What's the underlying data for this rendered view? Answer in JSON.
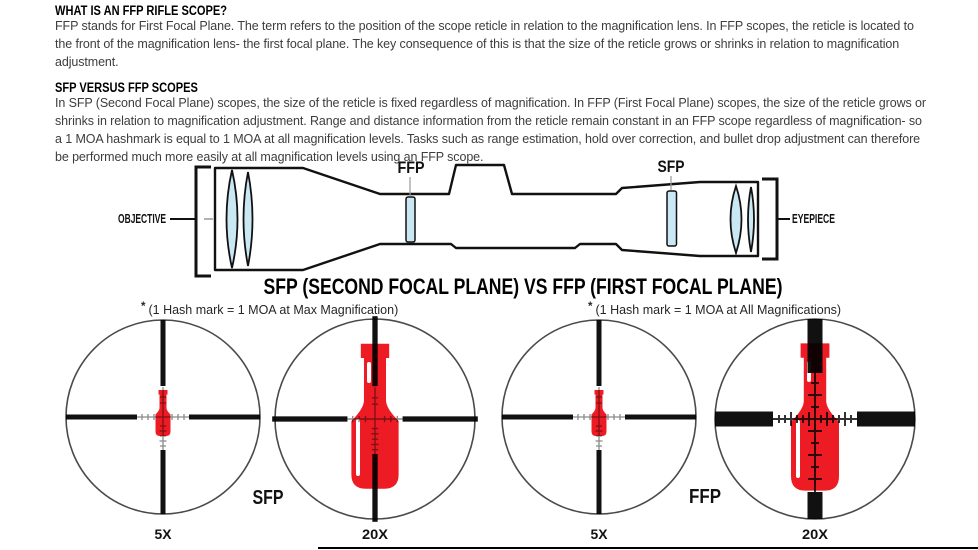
{
  "document": {
    "section1": {
      "heading": "WHAT IS AN FFP RIFLE SCOPE?",
      "body": "FFP stands for First Focal Plane.  The term refers to the position of the scope reticle in relation to the magnification lens.  In FFP scopes, the reticle is located to the front of the magnification lens- the first focal plane.  The key consequence of this is that the size of the reticle grows or shrinks in relation to magnification adjustment."
    },
    "section2": {
      "heading": "SFP VERSUS FFP SCOPES",
      "body": "In SFP (Second Focal Plane) scopes, the size of the reticle is fixed regardless of magnification.  In FFP (First Focal Plane) scopes, the size of the reticle grows or shrinks in relation to magnification adjustment.  Range and distance information from the reticle remain constant in an FFP scope regardless of magnification- so a 1 MOA hashmark is equal to 1 MOA at all magnification levels.  Tasks such as range estimation, hold over correction, and bullet drop adjustment can therefore be performed much more easily at all magnification levels using an FFP scope."
    }
  },
  "scope_diagram": {
    "objective_label": "OBJECTIVE",
    "eyepiece_label": "EYEPIECE",
    "ffp_plane_label": "FFP",
    "sfp_plane_label": "SFP"
  },
  "comparison": {
    "title": "SFP (SECOND FOCAL PLANE) VS FFP (FIRST FOCAL PLANE)",
    "asterisk": "*",
    "sfp_note": "(1 Hash mark = 1 MOA at Max Magnification)",
    "ffp_note": "(1 Hash mark = 1 MOA at All Magnifications)",
    "sfp_group_label": "SFP",
    "ffp_group_label": "FFP",
    "reticles": [
      {
        "group": "SFP",
        "magnification": "5X"
      },
      {
        "group": "SFP",
        "magnification": "20X"
      },
      {
        "group": "FFP",
        "magnification": "5X"
      },
      {
        "group": "FFP",
        "magnification": "20X"
      }
    ]
  },
  "colors": {
    "target_red": "#ed1c24",
    "lens_blue": "#c9e8f4"
  }
}
